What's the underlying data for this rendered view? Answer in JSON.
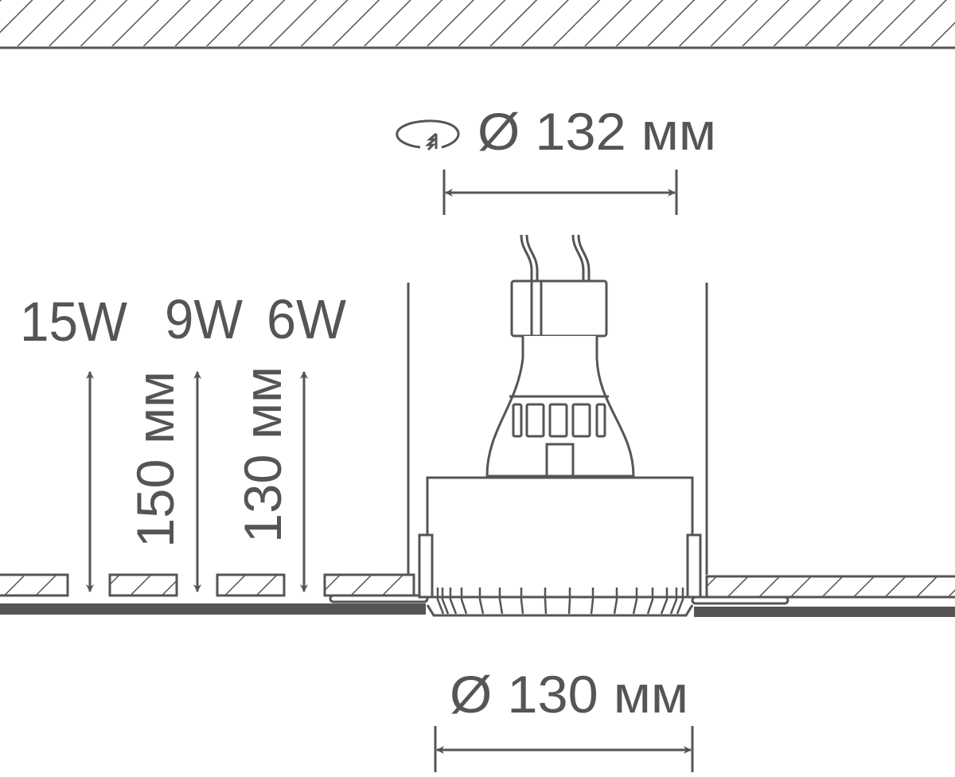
{
  "colors": {
    "ink": "#555555",
    "background": "#ffffff"
  },
  "top_diameter": {
    "label": "Ø 132 мм",
    "icon": "rotate-icon"
  },
  "bottom_diameter": {
    "label": "Ø 130 мм"
  },
  "powers": [
    "15W",
    "9W",
    "6W"
  ],
  "heights": [
    "150 мм",
    "130 мм"
  ]
}
